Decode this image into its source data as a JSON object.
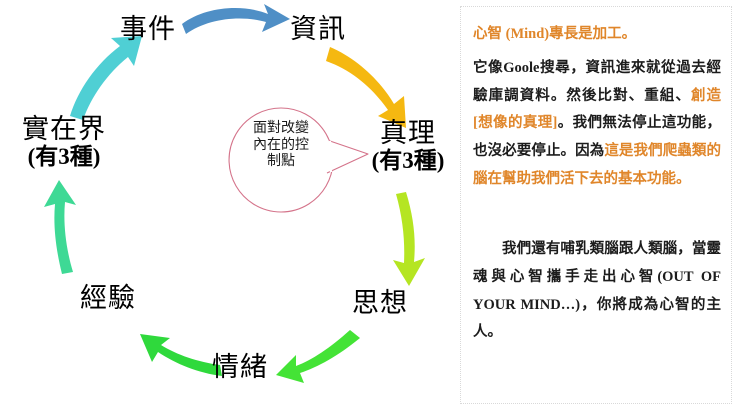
{
  "diagram": {
    "title": "mind-processing-cycle",
    "nodes": [
      {
        "id": "event",
        "label": "事件",
        "sub": ""
      },
      {
        "id": "info",
        "label": "資訊",
        "sub": ""
      },
      {
        "id": "truth",
        "label": "真理",
        "sub": "(有3種)"
      },
      {
        "id": "thought",
        "label": "思想",
        "sub": ""
      },
      {
        "id": "emotion",
        "label": "情緒",
        "sub": ""
      },
      {
        "id": "experience",
        "label": "經驗",
        "sub": ""
      },
      {
        "id": "reality",
        "label": "實在界",
        "sub": "(有3種)"
      }
    ],
    "bubble": {
      "line1": "面對改變",
      "line2": "內在的控",
      "line3": "制點",
      "outline_color": "#d4738a"
    },
    "arrows": [
      {
        "id": "event-to-info",
        "color": "#4f8fc6"
      },
      {
        "id": "info-to-truth",
        "color": "#f5b811"
      },
      {
        "id": "truth-to-thought",
        "color": "#b5e522"
      },
      {
        "id": "thought-to-emotion",
        "color": "#44e336"
      },
      {
        "id": "emotion-to-experience",
        "color": "#2fd93c"
      },
      {
        "id": "experience-to-reality",
        "color": "#3ed995"
      },
      {
        "id": "reality-to-event",
        "color": "#4fcfd4"
      }
    ]
  },
  "note": {
    "accent_color": "#e0862a",
    "paragraphs": [
      {
        "id": "p1",
        "style": "all-highlight",
        "runs": [
          {
            "text": "心智 (Mind)專長是加工。",
            "highlight": true
          }
        ]
      },
      {
        "id": "p2",
        "style": "mixed",
        "runs": [
          {
            "text": "它像Goole搜尋，資訊進來就從過去經驗庫調資料。然後比對、重組、",
            "highlight": false
          },
          {
            "text": "創造[想像的真理]",
            "highlight": true
          },
          {
            "text": "。我們無法停止這功能，也沒必要停止。因為",
            "highlight": false
          },
          {
            "text": "這是我們爬蟲類的腦在幫助我們活下去的基本功能。",
            "highlight": true
          }
        ]
      },
      {
        "id": "p3",
        "style": "indent",
        "runs": [
          {
            "text": "我們還有哺乳類腦跟人類腦，當靈魂與心智攜手走出心智(OUT OF YOUR MIND…)，你將成為心智的主人。",
            "highlight": false
          }
        ]
      }
    ]
  }
}
